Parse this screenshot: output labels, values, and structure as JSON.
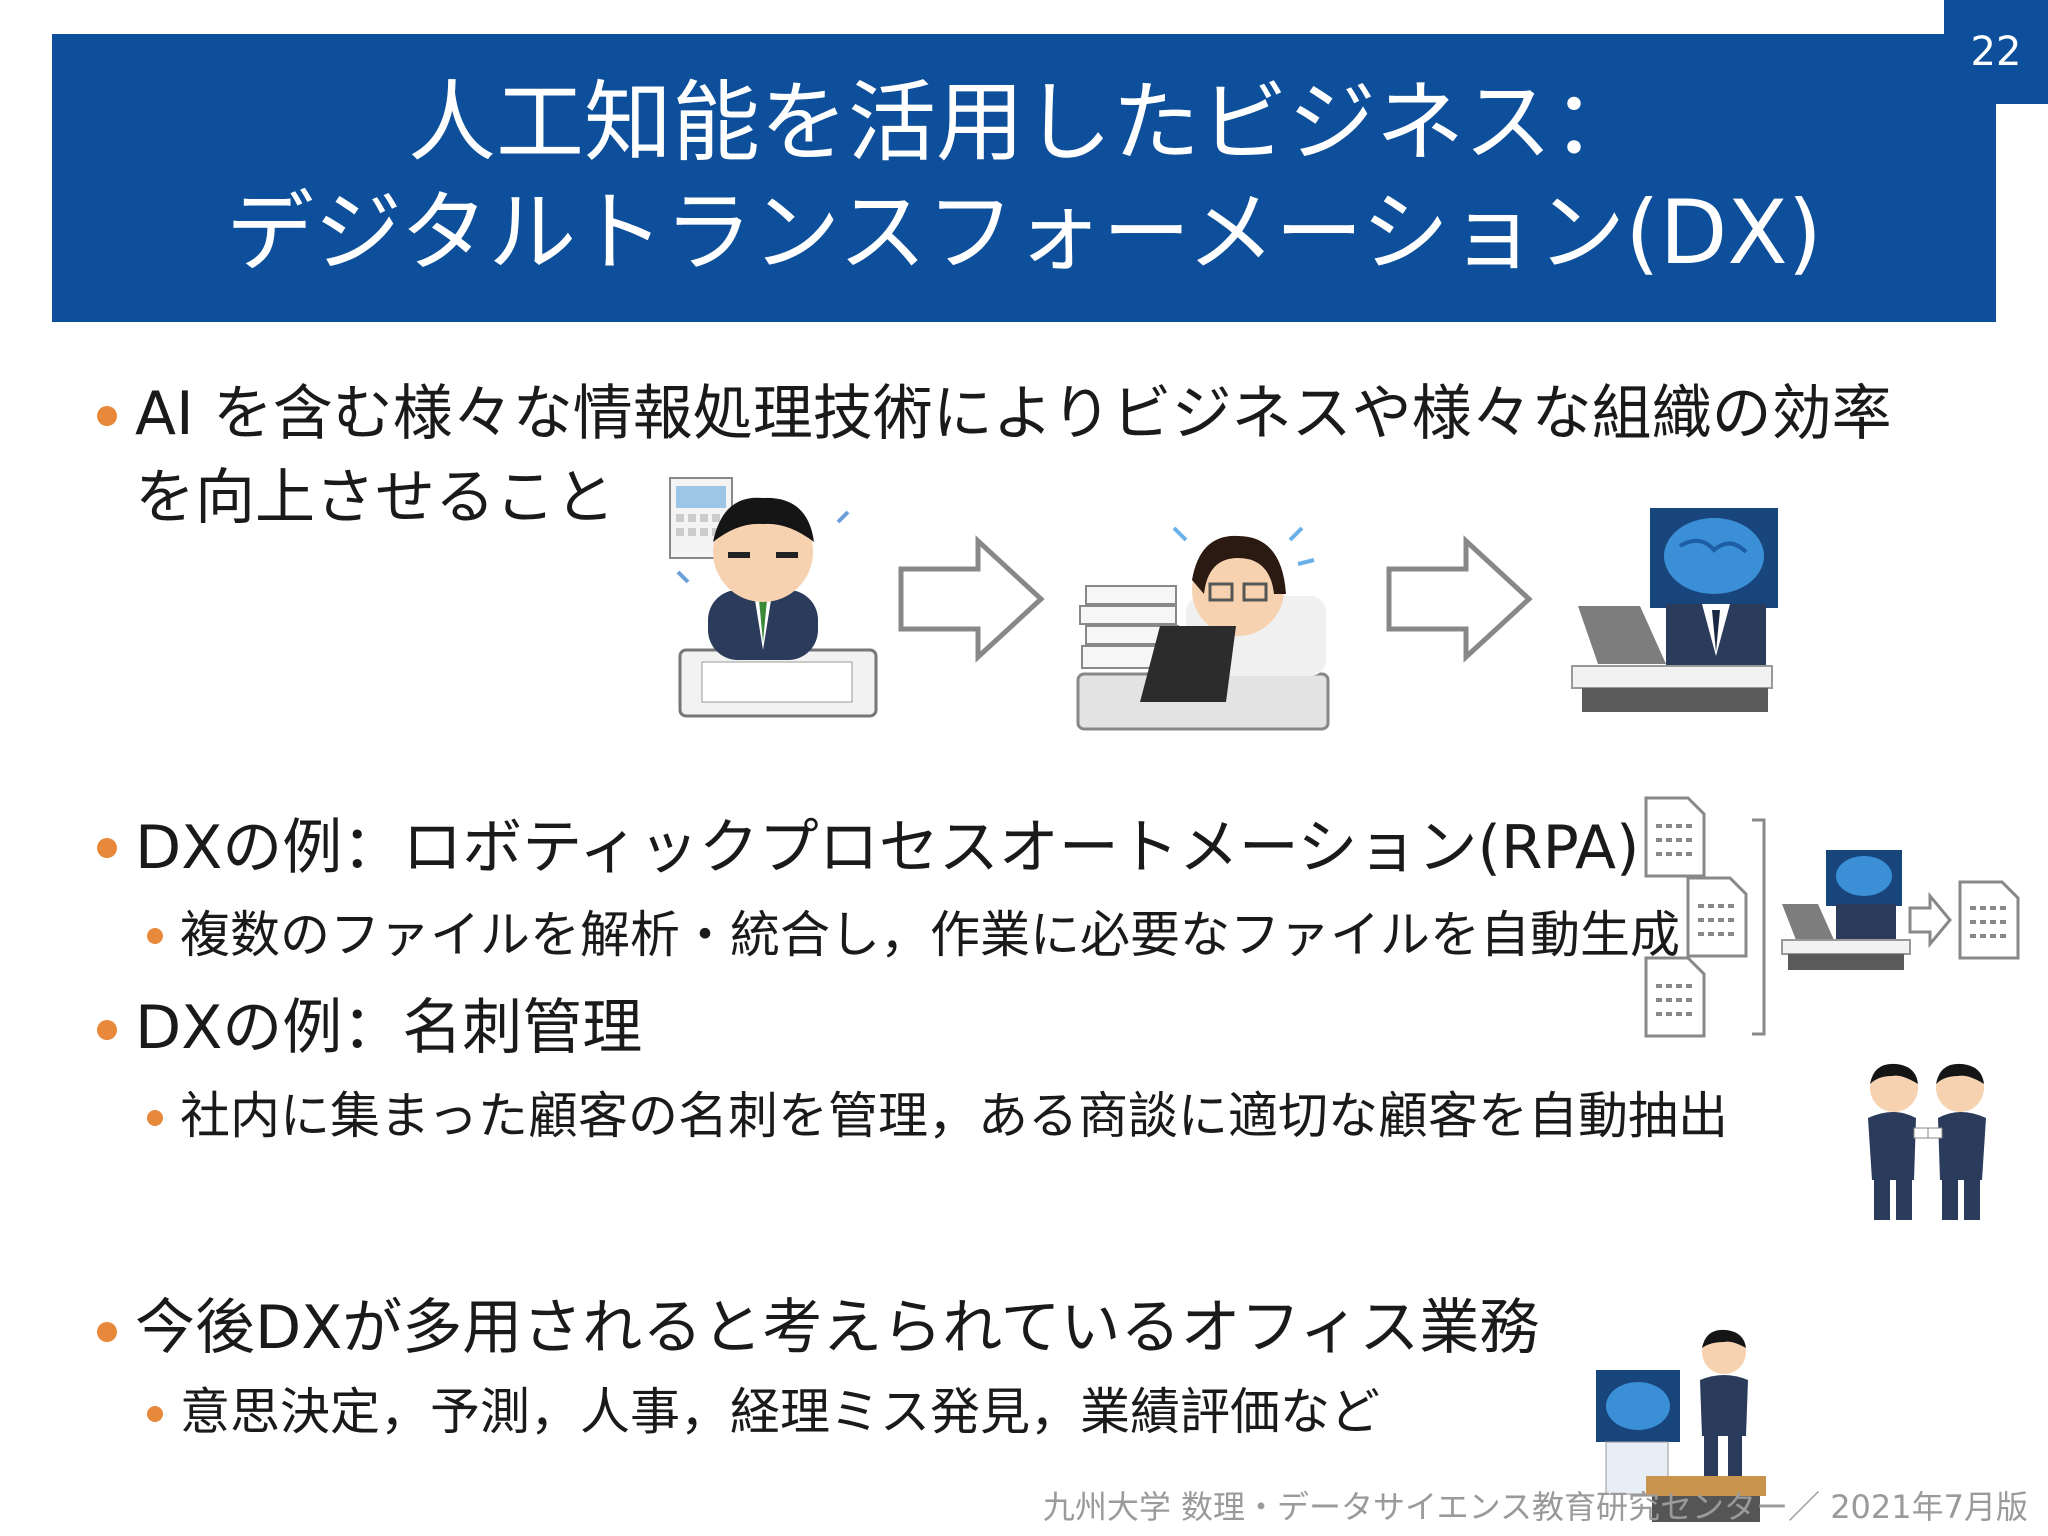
{
  "page_number": "22",
  "title": {
    "line1": "人工知能を活用したビジネス：",
    "line2": "デジタルトランスフォーメーション(DX)"
  },
  "bullets": {
    "b1_line1": "AI を含む様々な情報処理技術によりビジネスや様々な組織の効率",
    "b1_line2": "を向上させること",
    "b2": "DXの例：ロボティックプロセスオートメーション(RPA)",
    "b2_sub": "複数のファイルを解析・統合し，作業に必要なファイルを自動生成",
    "b3": "DXの例：名刺管理",
    "b3_sub": "社内に集まった顧客の名刺を管理，ある商談に適切な顧客を自動抽出",
    "b4": "今後DXが多用されると考えられているオフィス業務",
    "b4_sub": "意思決定，予測，人事，経理ミス発見，業績評価など"
  },
  "footer": "九州大学 数理・データサイエンス教育研究センター／ 2021年7月版",
  "colors": {
    "brand_blue": "#0d4f9a",
    "bullet_orange": "#e8883a"
  },
  "illustrations": [
    "busy-worker-icon",
    "arrow-right-icon",
    "overworked-worker-laptop-icon",
    "arrow-right-icon",
    "ai-brain-worker-icon",
    "rpa-documents-icon",
    "business-card-exchange-icon",
    "ai-interview-icon"
  ]
}
